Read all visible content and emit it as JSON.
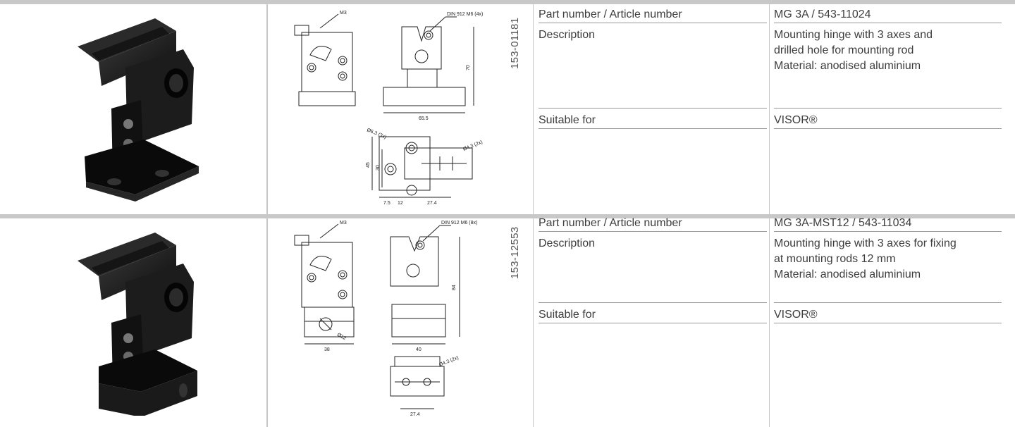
{
  "products": [
    {
      "drawing_code": "153-01181",
      "drawing_labels": {
        "screw": "M3",
        "din": "DIN 912 M6 (4x)",
        "dim_height": "70",
        "dim_width": "65.5",
        "hole_large": "Ø6.3 (3x)",
        "hole_small": "Ø4.3 (2x)",
        "dim_45": "45",
        "dim_30": "30",
        "dim_7_5": "7.5",
        "dim_12": "12",
        "dim_27_4": "27.4"
      },
      "rows": [
        {
          "label": "Part number / Article number",
          "value": "MG 3A / 543-11024"
        },
        {
          "label": "Description",
          "value_lines": [
            "Mounting hinge with 3 axes and",
            "drilled hole for mounting rod",
            "Material: anodised aluminium"
          ]
        },
        {
          "label": "Suitable for",
          "value": "VISOR®"
        }
      ]
    },
    {
      "drawing_code": "153-12553",
      "drawing_labels": {
        "screw": "M3",
        "din": "DIN 912 M6 (8x)",
        "dim_height": "84",
        "rod": "Ø12",
        "dim_38": "38",
        "dim_40": "40",
        "hole_small": "Ø4.3 (2x)",
        "dim_27_4": "27.4"
      },
      "rows": [
        {
          "label": "Part number / Article number",
          "value": "MG 3A-MST12 / 543-11034"
        },
        {
          "label": "Description",
          "value_lines": [
            "Mounting hinge with 3 axes for fixing",
            "at mounting rods 12 mm",
            "Material: anodised aluminium"
          ]
        },
        {
          "label": "Suitable for",
          "value": "VISOR®"
        }
      ]
    }
  ]
}
